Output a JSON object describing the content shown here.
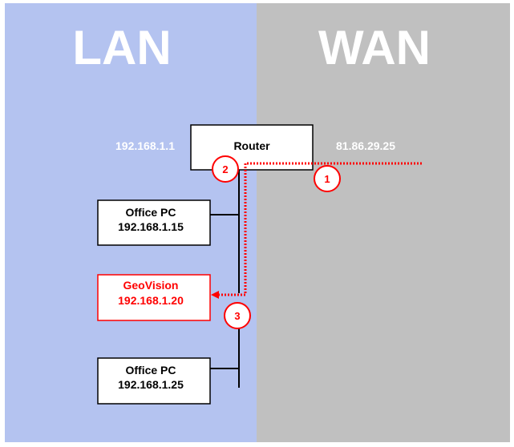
{
  "zones": {
    "lan": {
      "title": "LAN",
      "color": "#b4c3f0"
    },
    "wan": {
      "title": "WAN",
      "color": "#c0c0c0"
    }
  },
  "router": {
    "label": "Router",
    "lan_ip": "192.168.1.1",
    "wan_ip": "81.86.29.25"
  },
  "nodes": [
    {
      "name": "Office PC",
      "ip": "192.168.1.15",
      "highlight": false
    },
    {
      "name": "GeoVision",
      "ip": "192.168.1.20",
      "highlight": true
    },
    {
      "name": "Office PC",
      "ip": "192.168.1.25",
      "highlight": false
    }
  ],
  "steps": [
    "1",
    "2",
    "3"
  ],
  "colors": {
    "path": "#ff0000",
    "line": "#000000",
    "box_fill": "#ffffff",
    "highlight": "#ff0000"
  }
}
